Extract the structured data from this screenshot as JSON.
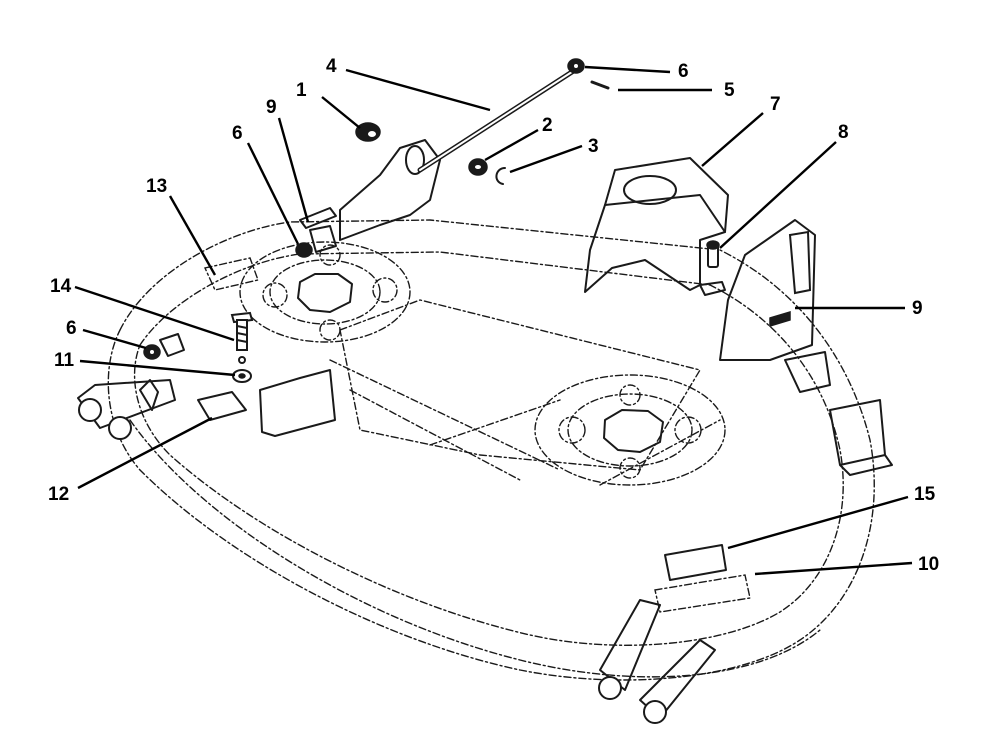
{
  "callouts": [
    {
      "id": "c1",
      "label": "1"
    },
    {
      "id": "c2",
      "label": "2"
    },
    {
      "id": "c3",
      "label": "3"
    },
    {
      "id": "c4",
      "label": "4"
    },
    {
      "id": "c5",
      "label": "5"
    },
    {
      "id": "c6a",
      "label": "6"
    },
    {
      "id": "c6b",
      "label": "6"
    },
    {
      "id": "c6c",
      "label": "6"
    },
    {
      "id": "c7",
      "label": "7"
    },
    {
      "id": "c8",
      "label": "8"
    },
    {
      "id": "c9a",
      "label": "9"
    },
    {
      "id": "c9b",
      "label": "9"
    },
    {
      "id": "c10",
      "label": "10"
    },
    {
      "id": "c11",
      "label": "11"
    },
    {
      "id": "c12",
      "label": "12"
    },
    {
      "id": "c13",
      "label": "13"
    },
    {
      "id": "c14",
      "label": "14"
    },
    {
      "id": "c15",
      "label": "15"
    }
  ]
}
